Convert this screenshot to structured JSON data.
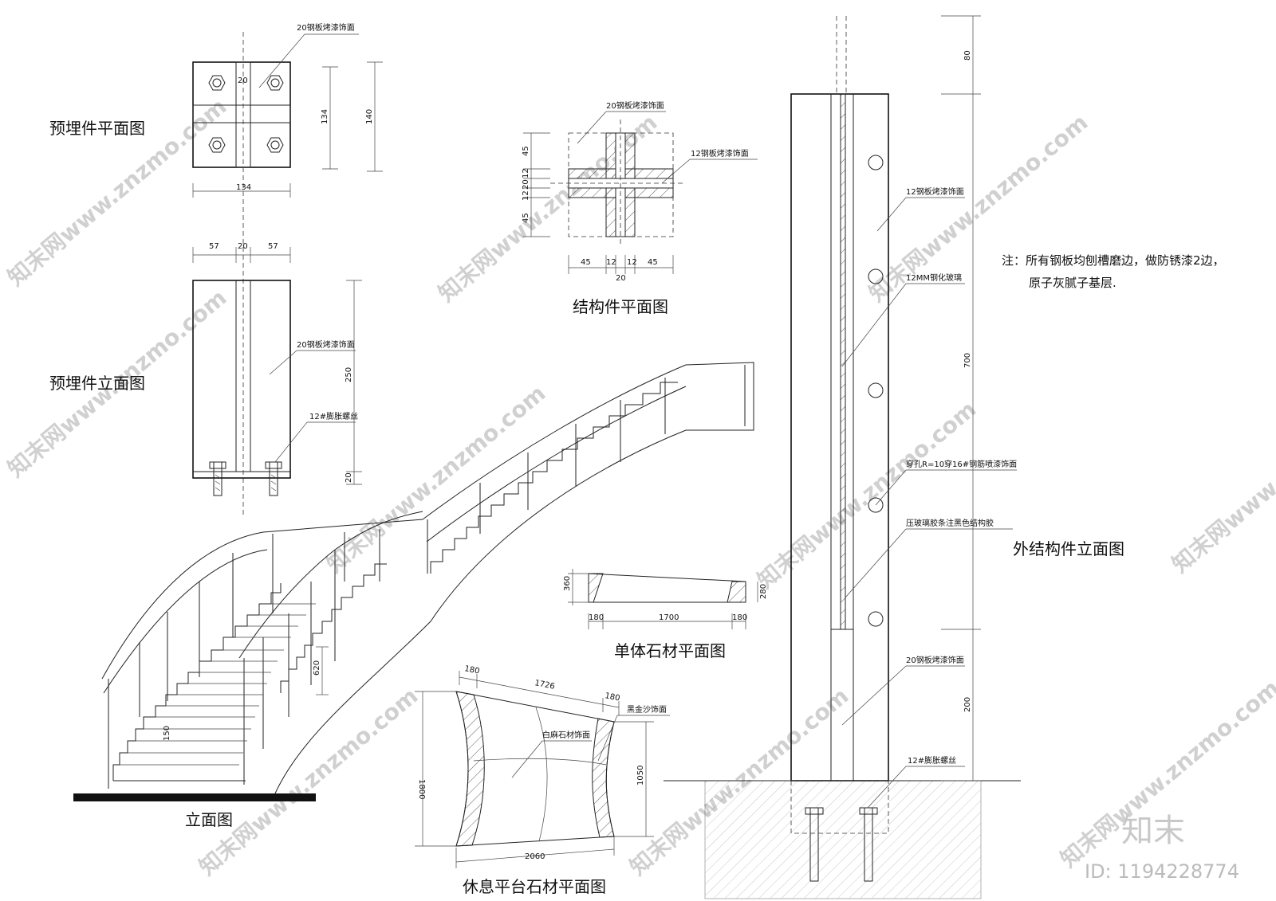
{
  "titles": {
    "embed_plan": "预埋件平面图",
    "embed_elev": "预埋件立面图",
    "struct_plan": "结构件平面图",
    "stair_elev": "立面图",
    "stone_single": "单体石材平面图",
    "stone_landing": "休息平台石材平面图",
    "outer_elev": "外结构件立面图"
  },
  "notes": {
    "steel20": "20钢板烤漆饰面",
    "steel12": "12钢板烤漆饰面",
    "bolt12": "12#膨胀螺丝",
    "glass12": "12MM钢化玻璃",
    "hole": "穿孔R=10穿16#钢筋喷漆饰面",
    "glue": "压玻璃胶条注黑色结构胶",
    "black_sand": "黑金沙饰面",
    "white_stone": "白麻石材饰面",
    "general_line1": "注：所有钢板均刨槽磨边，做防锈漆2边，",
    "general_line2": "原子灰腻子基层."
  },
  "dims": {
    "embed_plan": {
      "w": "134",
      "h1": "134",
      "h2": "140",
      "center": "20"
    },
    "embed_elev": {
      "left": "57",
      "mid": "20",
      "right": "57",
      "h": "250",
      "base": "20"
    },
    "struct_plan": {
      "v1": "45",
      "v2": "12",
      "v3": "20",
      "v4": "12",
      "v5": "45",
      "h1": "45",
      "h2": "12",
      "h3": "12",
      "h4": "45",
      "h5": "20"
    },
    "stair": {
      "landing": "620",
      "step": "150"
    },
    "stone_single": {
      "a": "180",
      "b": "1700",
      "c": "180",
      "l": "360",
      "r": "280"
    },
    "stone_landing": {
      "top1": "180",
      "top2": "1726",
      "top3": "180",
      "left": "1800",
      "right": "1050",
      "bottom": "2060"
    },
    "outer_elev": {
      "d1": "80",
      "d2": "700",
      "d3": "200"
    }
  },
  "watermark": {
    "text": "知末网www.znzmo.com",
    "logo": "知末",
    "id": "ID: 1194228774"
  }
}
